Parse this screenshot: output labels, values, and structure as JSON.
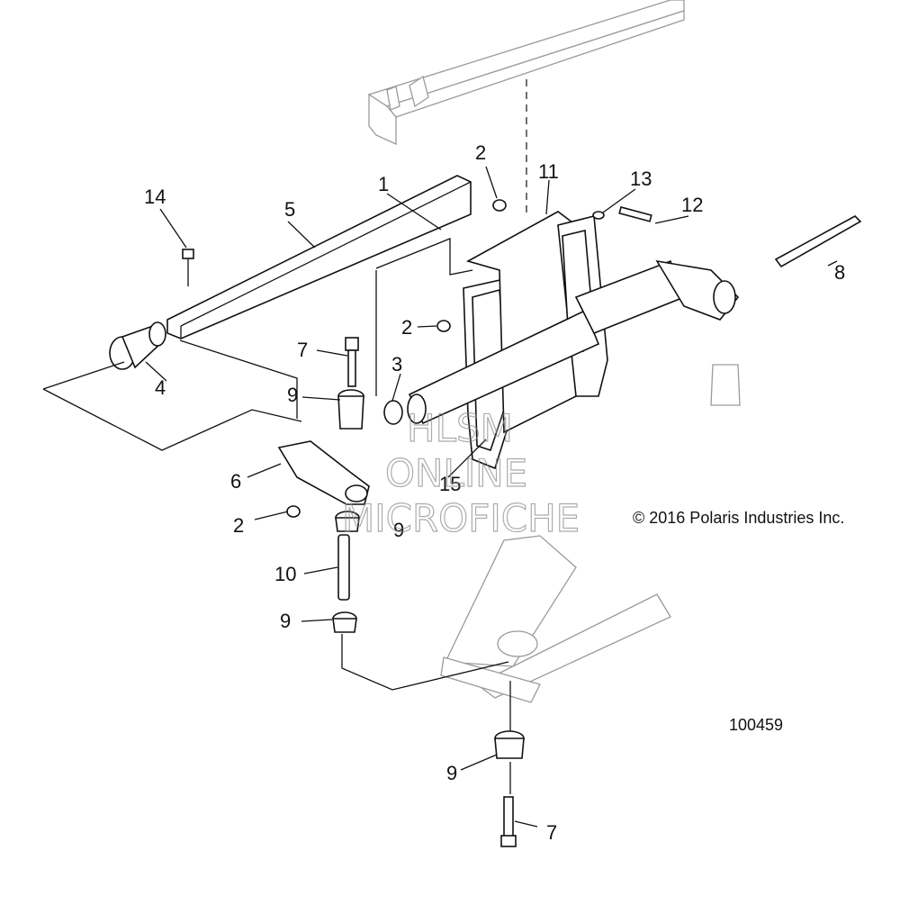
{
  "diagram": {
    "callouts": {
      "c1": "1",
      "c2a": "2",
      "c2b": "2",
      "c2c": "2",
      "c3": "3",
      "c4": "4",
      "c5": "5",
      "c6": "6",
      "c7a": "7",
      "c7b": "7",
      "c8": "8",
      "c9a": "9",
      "c9b": "9",
      "c9c": "9",
      "c9d": "9",
      "c10": "10",
      "c11": "11",
      "c12": "12",
      "c13": "13",
      "c14": "14",
      "c15": "15"
    },
    "copyright": "© 2016 Polaris Industries Inc.",
    "figure_number": "100459",
    "watermark": [
      "HLSM",
      "ONLINE",
      "MICROFICHE"
    ]
  }
}
